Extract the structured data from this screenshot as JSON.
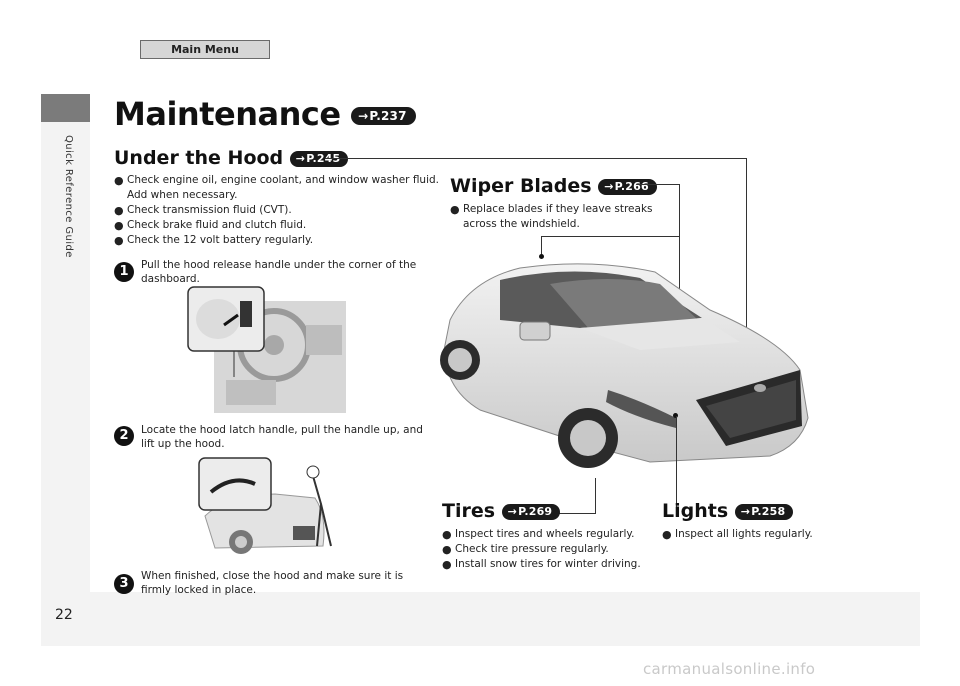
{
  "nav": {
    "main_menu_label": "Main Menu"
  },
  "sidebar": {
    "section_label": "Quick Reference Guide"
  },
  "page": {
    "number": "22",
    "watermark": "carmanualsonline.info"
  },
  "title": {
    "text": "Maintenance",
    "page_ref": "P.237"
  },
  "under_hood": {
    "title": "Under the Hood",
    "page_ref": "P.245",
    "bullets": [
      "Check engine oil, engine coolant, and window washer fluid.",
      "Add when necessary.",
      "Check transmission fluid (CVT).",
      "Check brake fluid and clutch fluid.",
      "Check the 12 volt battery regularly."
    ],
    "steps": [
      {
        "number": "1",
        "text": "Pull the hood release handle under the corner of the dashboard."
      },
      {
        "number": "2",
        "text": "Locate the hood latch handle, pull the handle up, and lift up the hood."
      },
      {
        "number": "3",
        "text": "When finished, close the hood and make sure it is firmly locked in place."
      }
    ]
  },
  "wiper_blades": {
    "title": "Wiper Blades",
    "page_ref": "P.266",
    "bullets": [
      "Replace blades if they leave streaks",
      "across the windshield."
    ]
  },
  "tires": {
    "title": "Tires",
    "page_ref": "P.269",
    "bullets": [
      "Inspect tires and wheels regularly.",
      "Check tire pressure regularly.",
      "Install snow tires for winter driving."
    ]
  },
  "lights": {
    "title": "Lights",
    "page_ref": "P.258",
    "bullets": [
      "Inspect all lights regularly."
    ]
  }
}
